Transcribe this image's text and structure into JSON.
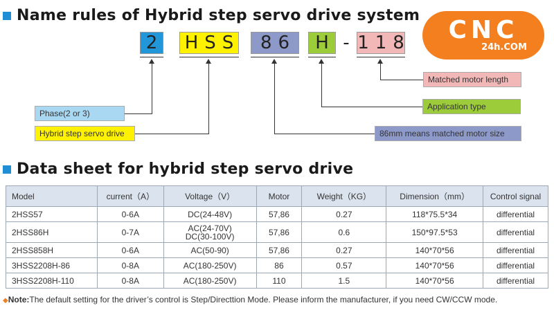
{
  "heading1": "Name rules of Hybrid step servo drive system",
  "heading2": "Data sheet for hybrid step servo drive",
  "model_code": {
    "part1": "2",
    "part2": "HSS",
    "part3": "86",
    "part4": "H",
    "dash": "-",
    "part5": "118"
  },
  "labels": {
    "phase": "Phase(2 or 3)",
    "hybrid": "Hybrid step servo drive",
    "motor_length": "Matched motor length",
    "application": "Application type",
    "motor_size": "86mm means matched motor size"
  },
  "logo": {
    "main": "CNC",
    "sub": "24h.COM"
  },
  "colors": {
    "blue": "#2196d8",
    "yellow": "#fff200",
    "purple": "#8d9ac9",
    "green": "#9ccc3a",
    "pink": "#f2b8b8",
    "light_blue": "#a9d8f2",
    "orange": "#f47f1f"
  },
  "table": {
    "headers": [
      "Model",
      "current（A）",
      "Voltage（V）",
      "Motor",
      "Weight（KG）",
      "Dimension（mm）",
      "Control signal"
    ],
    "rows": [
      [
        "2HSS57",
        "0-6A",
        "DC(24-48V)",
        "",
        "57,86",
        "0.27",
        "118*75.5*34",
        "differential"
      ],
      [
        "2HSS86H",
        "0-7A",
        "AC(24-70V)",
        "DC(30-100V)",
        "57,86",
        "0.6",
        "150*97.5*53",
        "differential"
      ],
      [
        "2HSS858H",
        "0-6A",
        "AC(50-90)",
        "",
        "57,86",
        "0.27",
        "140*70*56",
        "differential"
      ],
      [
        "3HSS2208H-86",
        "0-8A",
        "AC(180-250V)",
        "",
        "86",
        "0.57",
        "140*70*56",
        "differential"
      ],
      [
        "3HSS2208H-110",
        "0-8A",
        "AC(180-250V)",
        "",
        "110",
        "1.5",
        "140*70*56",
        "differential"
      ]
    ]
  },
  "note": {
    "label": "Note:",
    "text": "The default setting for the driver’s control is Step/Directtion Mode. Please inform the manufacturer, if you need CW/CCW mode."
  }
}
